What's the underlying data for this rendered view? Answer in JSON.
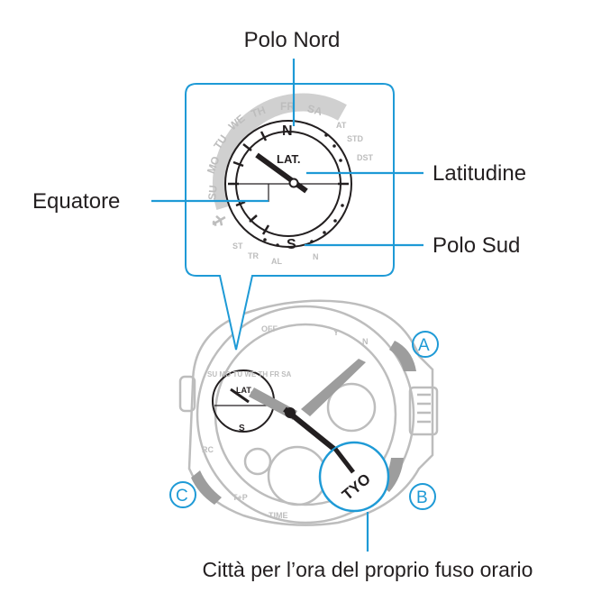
{
  "callouts": {
    "north_pole": "Polo Nord",
    "latitude": "Latitudine",
    "equator": "Equatore",
    "south_pole": "Polo Sud",
    "home_city": "Città per l’ora del proprio fuso orario"
  },
  "buttons": {
    "a": "A",
    "b": "B",
    "c": "C"
  },
  "dial": {
    "lat_label": "LAT.",
    "n_marker": "N",
    "s_marker": "S",
    "city_code": "TYO",
    "days": [
      "MO",
      "TU",
      "WE",
      "TH",
      "FR",
      "SA",
      "SU"
    ],
    "ring_right": [
      "AT",
      "STD",
      "DST"
    ],
    "ring_bottom": [
      "ST",
      "TR",
      "AL",
      "N"
    ],
    "bezel": [
      "OFF",
      "Y",
      "N",
      "RC",
      "T+P",
      "TIME"
    ]
  },
  "colors": {
    "callout_line": "#1e9ad6",
    "watch_outline": "#bdbdbd",
    "text": "#231f20"
  },
  "icons": [
    "airplane-icon",
    "alarm-icon",
    "compass-arrow-icon"
  ]
}
